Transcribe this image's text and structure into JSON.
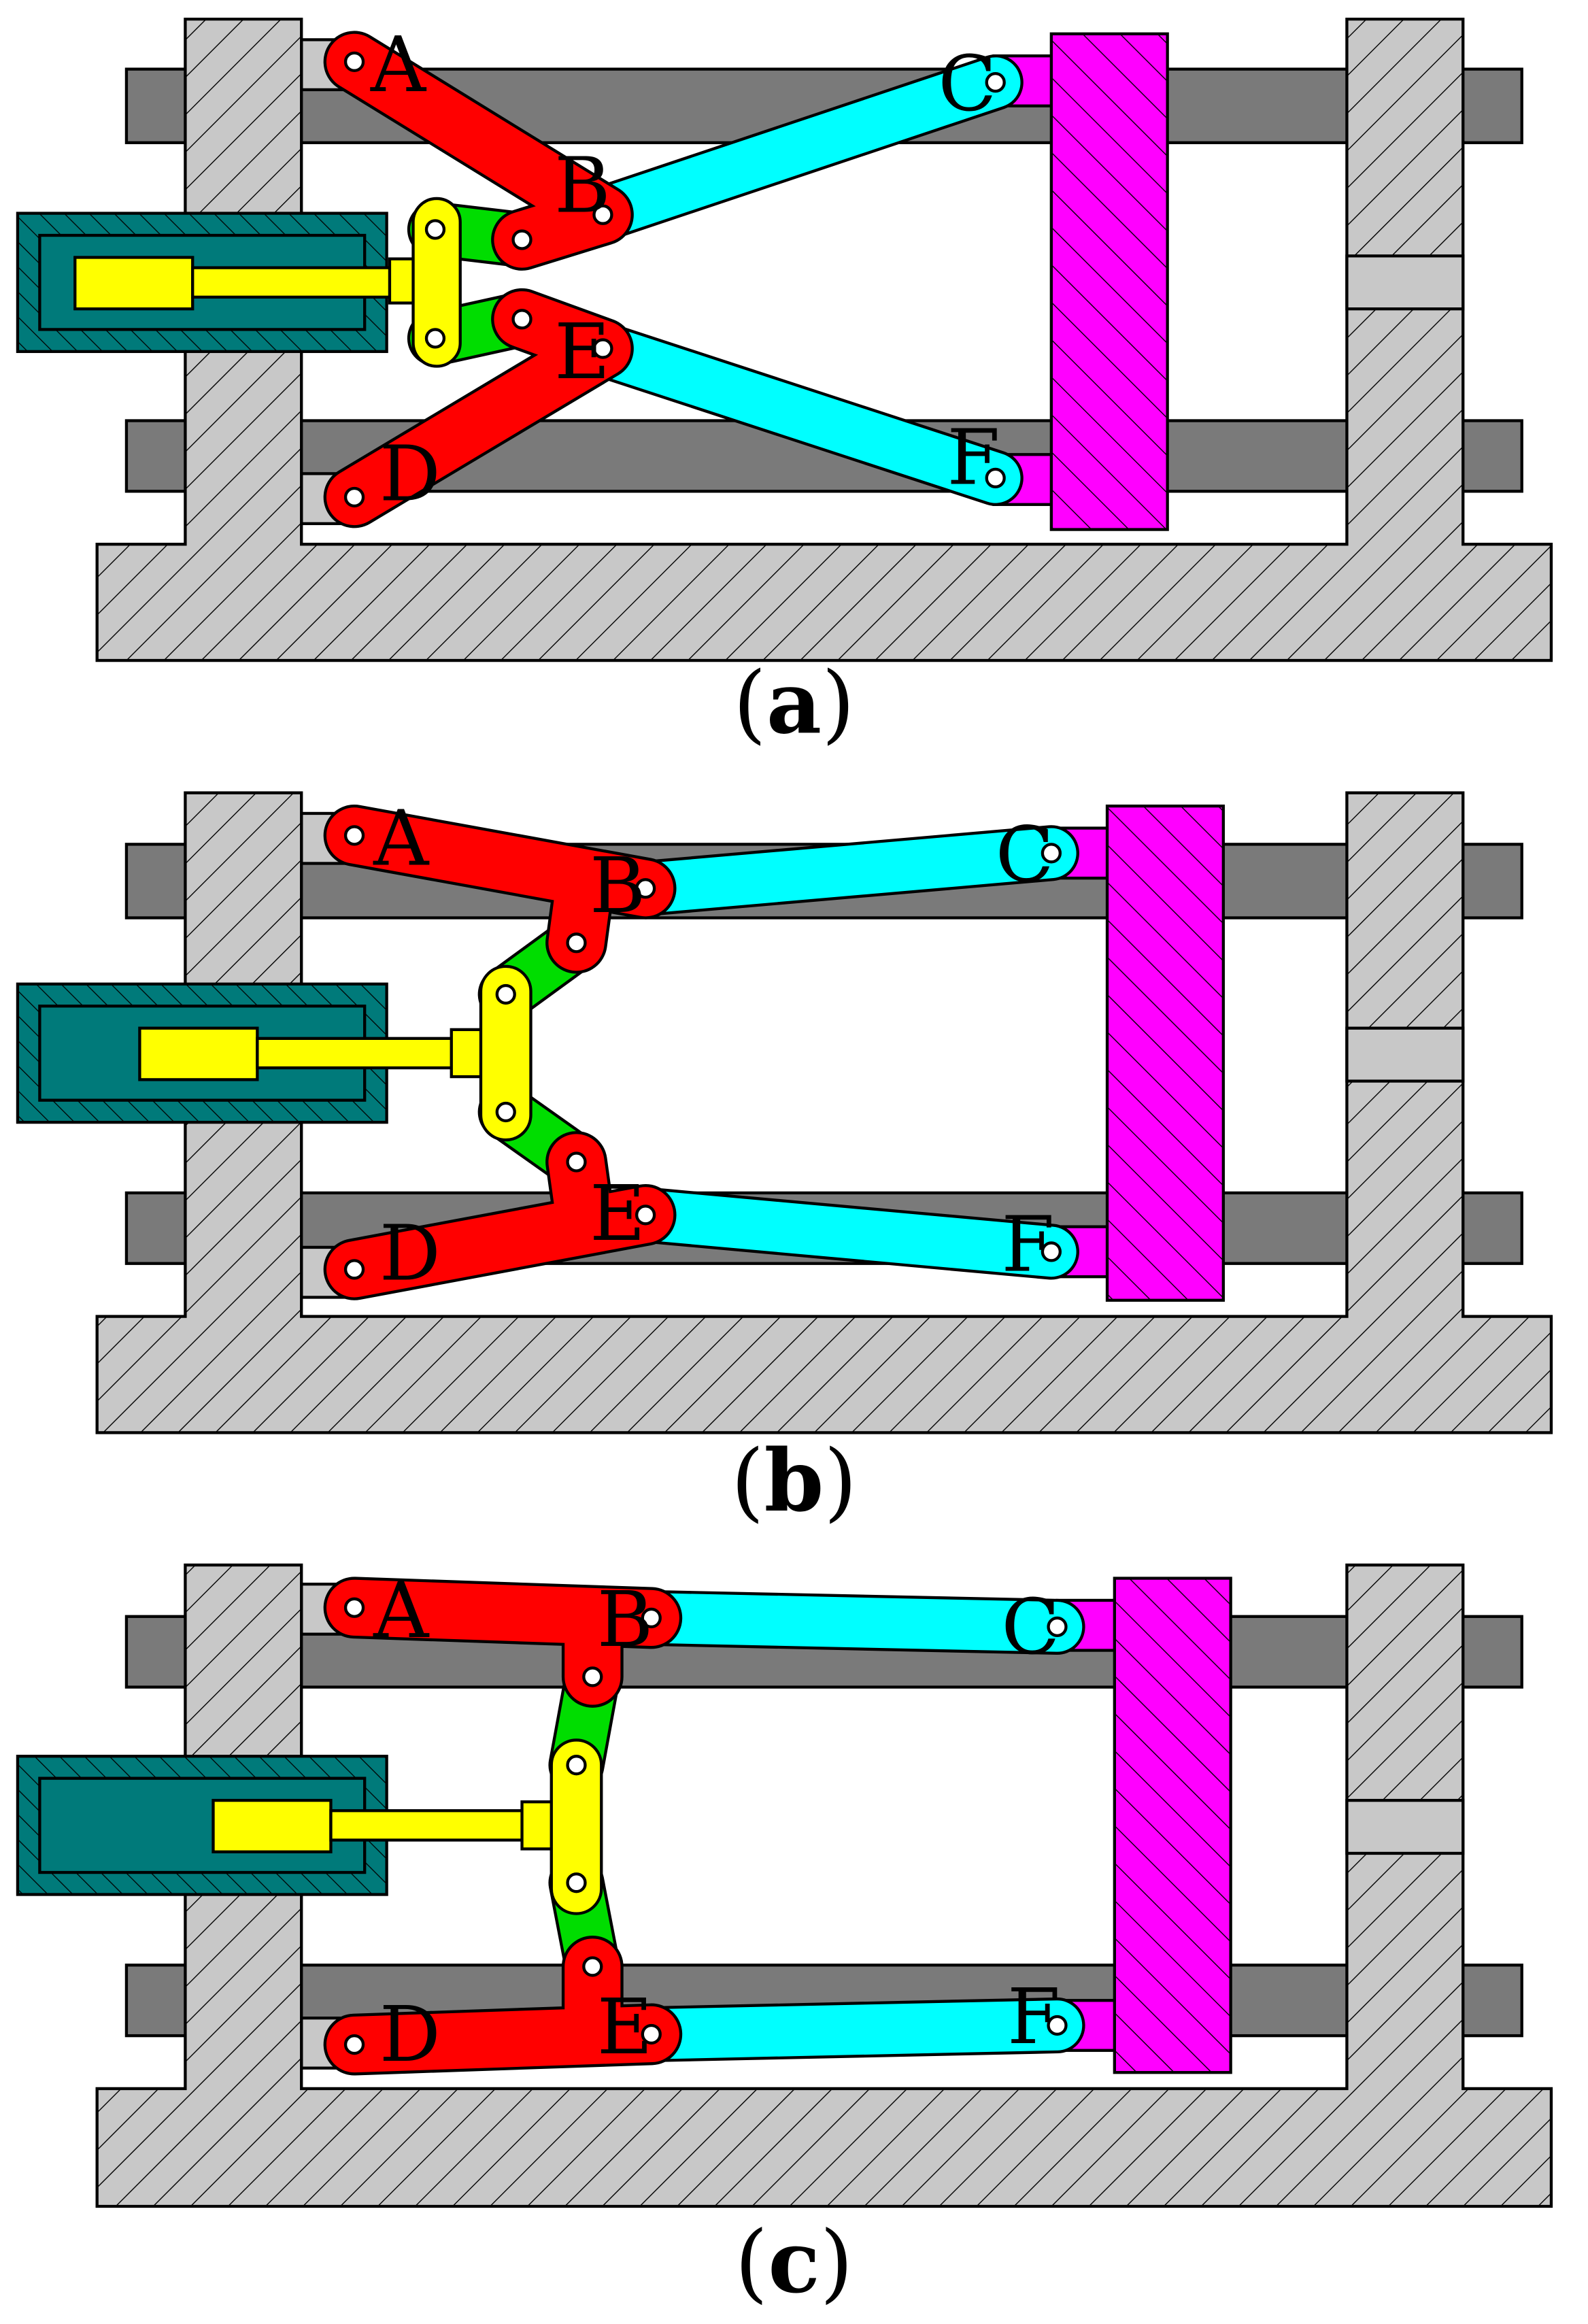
{
  "colors": {
    "hatch_fill": "#c8c8c8",
    "rod_fill": "#7a7a7a",
    "link_red": "#ff0000",
    "link_cyan": "#00ffff",
    "link_green": "#00dd00",
    "crosshead_yellow": "#ffff00",
    "platen_magenta": "#ff00ff",
    "cylinder_teal": "#007a7a",
    "outline": "#000000"
  },
  "panels": [
    {
      "id": "a",
      "caption": {
        "open": "(",
        "letter": "a",
        "close": ")"
      },
      "labels": {
        "A": "A",
        "B": "B",
        "C": "C",
        "D": "D",
        "E": "E",
        "F": "F"
      }
    },
    {
      "id": "b",
      "caption": {
        "open": "(",
        "letter": "b",
        "close": ")"
      },
      "labels": {
        "A": "A",
        "B": "B",
        "C": "C",
        "D": "D",
        "E": "E",
        "F": "F"
      }
    },
    {
      "id": "c",
      "caption": {
        "open": "(",
        "letter": "c",
        "close": ")"
      },
      "labels": {
        "A": "A",
        "B": "B",
        "C": "C",
        "D": "D",
        "E": "E",
        "F": "F"
      }
    }
  ]
}
